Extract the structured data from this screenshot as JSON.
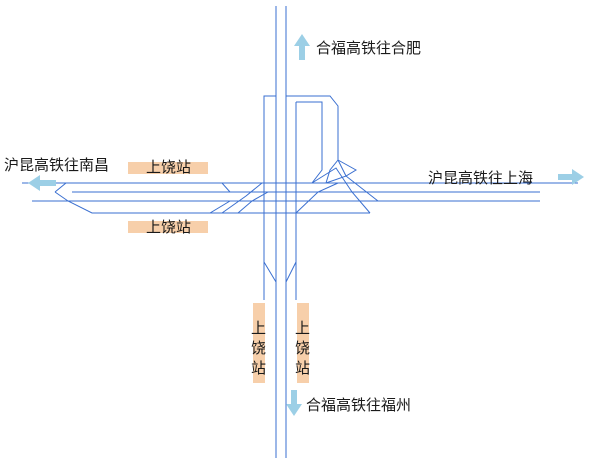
{
  "routes": {
    "north": "合福高铁往合肥",
    "south": "合福高铁往福州",
    "west": "沪昆高铁往南昌",
    "east": "沪昆高铁往上海"
  },
  "stations": {
    "upper_west": "上饶站",
    "lower_west": "上饶站",
    "left_vertical": [
      "上",
      "饶",
      "站"
    ],
    "right_vertical": [
      "上",
      "饶",
      "站"
    ]
  },
  "colors": {
    "track": "#3a6fd0",
    "arrow": "#9ccfe6",
    "station_band": "#f7cfaa",
    "text": "#1a1a1a"
  }
}
